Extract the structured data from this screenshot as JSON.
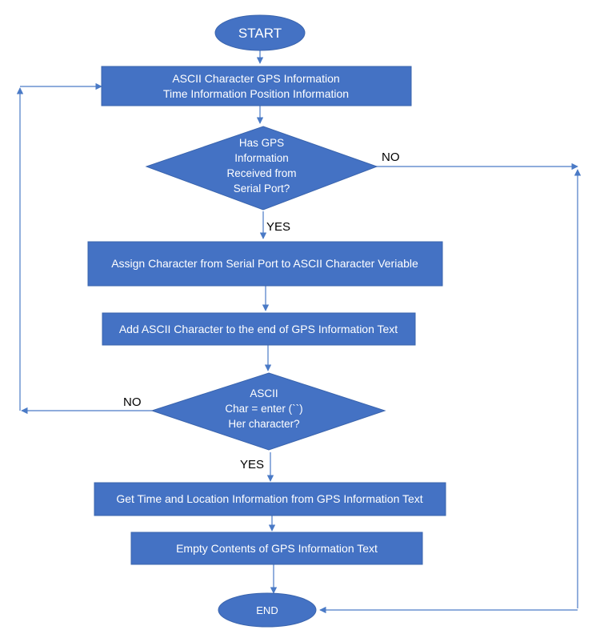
{
  "nodes": {
    "start": {
      "label": "START"
    },
    "read_info": {
      "lines": [
        "ASCII Character GPS Information",
        "Time Information Position Information"
      ]
    },
    "decision_received": {
      "lines": [
        "Has GPS",
        "Information",
        "Received from",
        "Serial Port?"
      ]
    },
    "assign_char": {
      "label": "Assign Character from Serial Port to ASCII Character Veriable"
    },
    "add_char": {
      "label": "Add ASCII Character to the end of GPS Information Text"
    },
    "decision_enter": {
      "lines": [
        "ASCII",
        "Char = enter (``)",
        "Her character?"
      ]
    },
    "get_time_location": {
      "label": "Get Time and Location Information from GPS Information Text"
    },
    "empty_contents": {
      "label": "Empty Contents of GPS Information Text"
    },
    "end": {
      "label": "END"
    }
  },
  "edge_labels": {
    "received_no": "NO",
    "received_yes": "YES",
    "enter_no": "NO",
    "enter_yes": "YES"
  },
  "colors": {
    "node_fill": "#4472c4",
    "connector": "#4a7ac6",
    "node_text": "#ffffff",
    "label_text": "#000000"
  }
}
